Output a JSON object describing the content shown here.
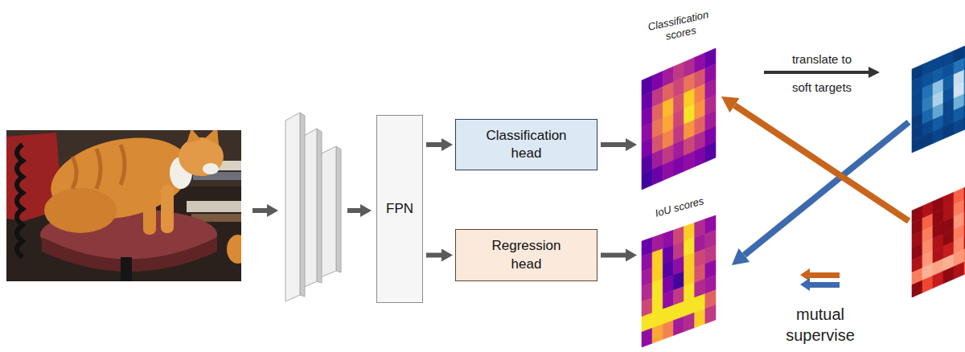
{
  "diagram": {
    "nodes": [
      {
        "text": [
          "FPN"
        ]
      },
      {
        "text": [
          "Classification head"
        ]
      },
      {
        "text": [
          "Regression head"
        ]
      },
      {
        "text": [
          "Classification scores"
        ]
      },
      {
        "text": [
          "IoU scores"
        ]
      }
    ],
    "edges": [
      {
        "from": 0,
        "to": 1,
        "arrow": "to"
      },
      {
        "from": 0,
        "to": 2,
        "arrow": "to"
      },
      {
        "from": 1,
        "to": 3,
        "arrow": "to"
      },
      {
        "from": 2,
        "to": 4,
        "arrow": "to"
      }
    ],
    "labels": [
      "translate to",
      "soft targets",
      "mutual supervise"
    ]
  }
}
